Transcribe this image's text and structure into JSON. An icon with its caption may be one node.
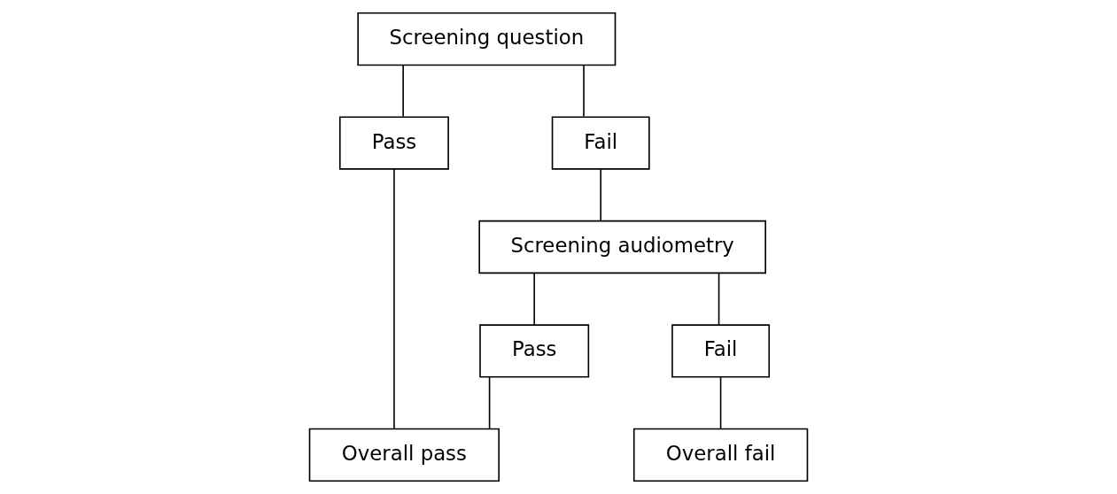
{
  "diagram": {
    "nodes": [
      {
        "text": [
          "Screening question"
        ]
      },
      {
        "text": [
          "Pass"
        ]
      },
      {
        "text": [
          "Fail"
        ]
      },
      {
        "text": [
          "Screening audiometry"
        ]
      },
      {
        "text": [
          "Pass"
        ]
      },
      {
        "text": [
          "Fail"
        ]
      },
      {
        "text": [
          "Overall pass"
        ]
      },
      {
        "text": [
          "Overall fail"
        ]
      }
    ],
    "edges": [
      {
        "from": 0,
        "to": 1,
        "arrow": "none"
      },
      {
        "from": 0,
        "to": 2,
        "arrow": "none"
      },
      {
        "from": 2,
        "to": 3,
        "arrow": "none"
      },
      {
        "from": 3,
        "to": 4,
        "arrow": "none"
      },
      {
        "from": 3,
        "to": 5,
        "arrow": "none"
      },
      {
        "from": 1,
        "to": 6,
        "arrow": "none"
      },
      {
        "from": 4,
        "to": 6,
        "arrow": "none"
      },
      {
        "from": 5,
        "to": 7,
        "arrow": "none"
      }
    ]
  }
}
